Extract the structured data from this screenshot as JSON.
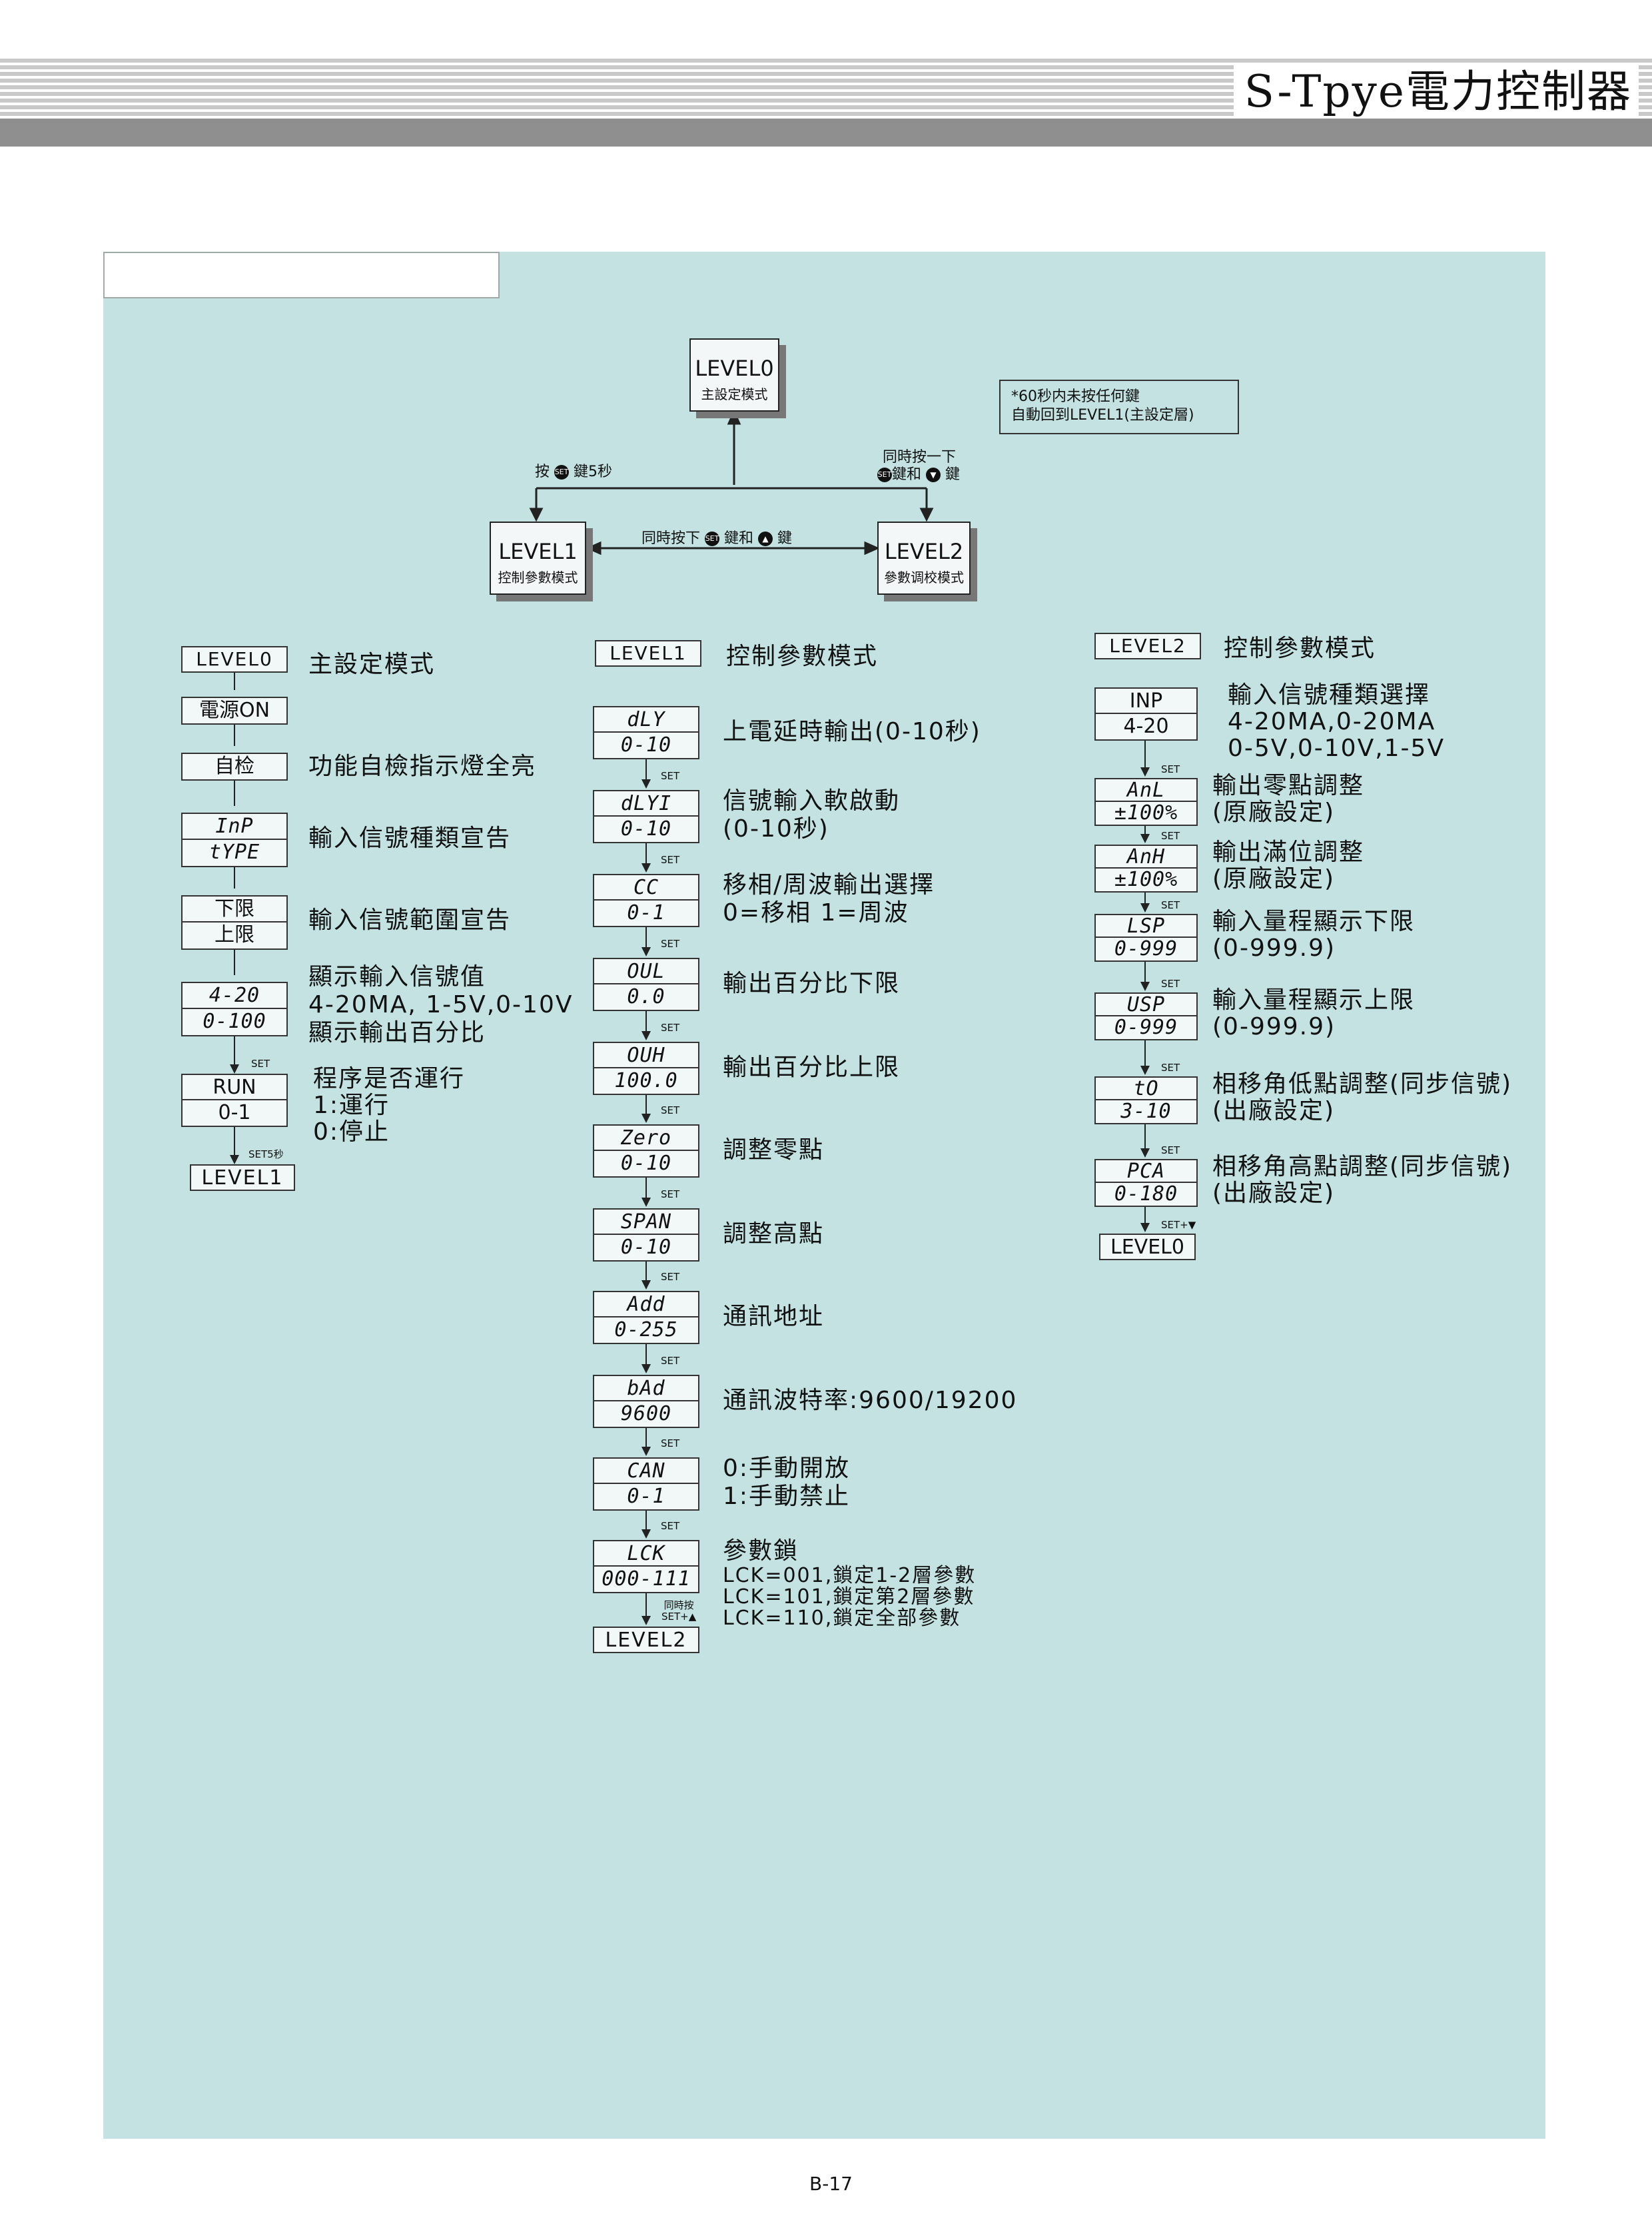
{
  "header": {
    "title": "S-Tpye電力控制器"
  },
  "diagram": {
    "level0": {
      "title": "LEVEL0",
      "sub": "主設定模式"
    },
    "level1": {
      "title": "LEVEL1",
      "sub": "控制參數模式"
    },
    "level2": {
      "title": "LEVEL2",
      "sub": "參數调校模式"
    },
    "note": [
      "*60秒内未按任何鍵",
      "自動回到LEVEL1(主設定層)"
    ],
    "left_arrow_label": {
      "pre": "按",
      "key": "SET",
      "post": "鍵5秒"
    },
    "right_arrow_label": {
      "line1": "同時按一下",
      "key": "SET",
      "mid": "鍵和",
      "post": "鍵"
    },
    "middle_label": {
      "pre": "同時按下",
      "key": "SET",
      "mid": "鍵和",
      "post": "鍵"
    }
  },
  "col0": {
    "head": "LEVEL0",
    "caption": "主設定模式",
    "power": "電源ON",
    "selfcheck": {
      "box": "自检",
      "desc": "功能自檢指示燈全亮"
    },
    "inp": {
      "top": "InP",
      "bottom": "tYPE",
      "desc": "輸入信號種類宣告"
    },
    "range": {
      "top": "下限",
      "bottom": "上限",
      "desc": "輸入信號範圍宣告"
    },
    "disp": {
      "top": "4-20",
      "bottom": "0-100",
      "desc": [
        "顯示輸入信號值",
        "4-20MA, 1-5V,0-10V",
        "顯示輸出百分比"
      ]
    },
    "run": {
      "top": "RUN",
      "bottom": "0-1",
      "desc": [
        "程序是否運行",
        "1:運行",
        "0:停止"
      ]
    },
    "set_label": "SET",
    "set5_label": "SET5秒",
    "end": "LEVEL1"
  },
  "col1": {
    "head": "LEVEL1",
    "caption": "控制參數模式",
    "set_label": "SET",
    "items": [
      {
        "top": "dLY",
        "bottom": "0-10",
        "desc": [
          "上電延時輸出(0-10秒)"
        ]
      },
      {
        "top": "dLYI",
        "bottom": "0-10",
        "desc": [
          "信號輸入軟啟動",
          "(0-10秒)"
        ]
      },
      {
        "top": "CC",
        "bottom": "0-1",
        "desc": [
          "移相/周波輸出選擇",
          "0=移相  1=周波"
        ]
      },
      {
        "top": "OUL",
        "bottom": "0.0",
        "desc": [
          "輸出百分比下限"
        ]
      },
      {
        "top": "OUH",
        "bottom": "100.0",
        "desc": [
          "輸出百分比上限"
        ]
      },
      {
        "top": "Zero",
        "bottom": "0-10",
        "desc": [
          "調整零點"
        ]
      },
      {
        "top": "SPAN",
        "bottom": "0-10",
        "desc": [
          "調整高點"
        ]
      },
      {
        "top": "Add",
        "bottom": "0-255",
        "desc": [
          "通訊地址"
        ]
      },
      {
        "top": "bAd",
        "bottom": "9600",
        "desc": [
          "通訊波特率:9600/19200"
        ]
      },
      {
        "top": "CAN",
        "bottom": "0-1",
        "desc": [
          "0:手動開放",
          "1:手動禁止"
        ]
      },
      {
        "top": "LCK",
        "bottom": "000-111",
        "desc": [
          "參數鎖"
        ],
        "small": [
          "LCK=001,鎖定1-2層參數",
          "LCK=101,鎖定第2層參數",
          "LCK=110,鎖定全部參數"
        ]
      }
    ],
    "end_label": [
      "同時按",
      "SET+▲"
    ],
    "end": "LEVEL2"
  },
  "col2": {
    "head": "LEVEL2",
    "caption": "控制參數模式",
    "set_label": "SET",
    "items": [
      {
        "top": "INP",
        "bottom": "4-20",
        "desc": [
          "輸入信號種類選擇",
          "4-20MA,0-20MA",
          "0-5V,0-10V,1-5V"
        ]
      },
      {
        "top": "AnL",
        "bottom": "±100%",
        "desc": [
          "輸出零點調整",
          "(原廠設定)"
        ]
      },
      {
        "top": "AnH",
        "bottom": "±100%",
        "desc": [
          "輸出滿位調整",
          "(原廠設定)"
        ]
      },
      {
        "top": "LSP",
        "bottom": "0-999",
        "desc": [
          "輸入量程顯示下限",
          "(0-999.9)"
        ]
      },
      {
        "top": "USP",
        "bottom": "0-999",
        "desc": [
          "輸入量程顯示上限",
          "(0-999.9)"
        ]
      },
      {
        "top": "tO",
        "bottom": "3-10",
        "desc": [
          "相移角低點調整(同步信號)",
          "(出廠設定)"
        ]
      },
      {
        "top": "PCA",
        "bottom": "0-180",
        "desc": [
          "相移角高點調整(同步信號)",
          "(出廠設定)"
        ]
      }
    ],
    "end_label": "SET+▼",
    "end": "LEVEL0"
  },
  "footer": {
    "page": "B-17"
  }
}
